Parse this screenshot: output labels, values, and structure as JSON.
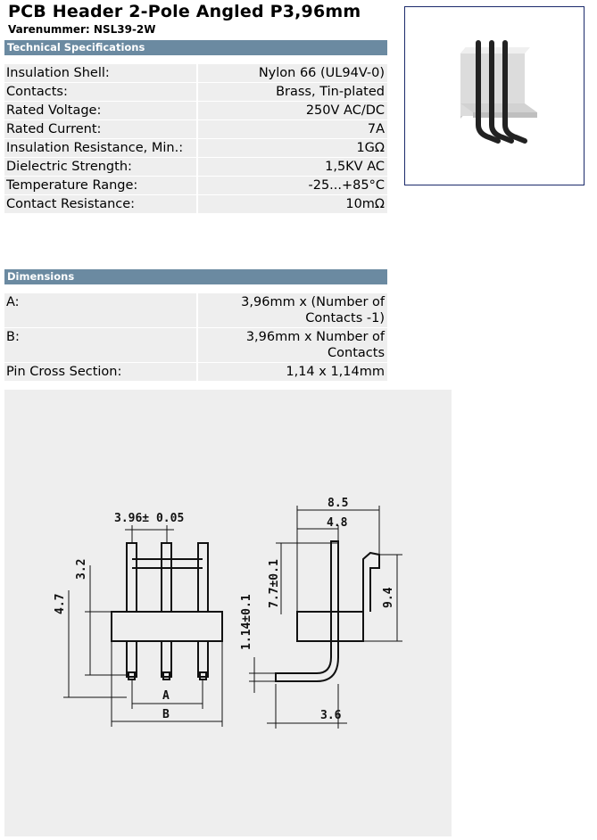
{
  "product": {
    "title": "PCB Header 2-Pole Angled P3,96mm",
    "item_number": "Varenummer: NSL39-2W"
  },
  "technical_specs": {
    "header": "Technical Specifications",
    "rows": [
      {
        "label": "Insulation Shell:",
        "value": "Nylon 66 (UL94V-0)"
      },
      {
        "label": "Contacts:",
        "value": "Brass, Tin-plated"
      },
      {
        "label": "Rated Voltage:",
        "value": "250V AC/DC"
      },
      {
        "label": "Rated Current:",
        "value": "7A"
      },
      {
        "label": "Insulation Resistance, Min.:",
        "value": "1GΩ"
      },
      {
        "label": "Dielectric Strength:",
        "value": "1,5KV AC"
      },
      {
        "label": "Temperature Range:",
        "value": "-25...+85°C"
      },
      {
        "label": "Contact Resistance:",
        "value": "10mΩ"
      }
    ]
  },
  "dimensions": {
    "header": "Dimensions",
    "rows": [
      {
        "label": "A:",
        "value": "3,96mm x (Number of Contacts -1)"
      },
      {
        "label": "B:",
        "value": "3,96mm x Number of Contacts"
      },
      {
        "label": "Pin Cross Section:",
        "value": "1,14 x 1,14mm"
      }
    ]
  },
  "drawing_labels": {
    "pitch": "3.96± 0.05",
    "h32": "3.2",
    "h47": "4.7",
    "a": "A",
    "b": "B",
    "w85": "8.5",
    "w48": "4.8",
    "h77": "7.7±0.1",
    "h94": "9.4",
    "h114": "1.14±0.1",
    "w36": "3.6"
  }
}
